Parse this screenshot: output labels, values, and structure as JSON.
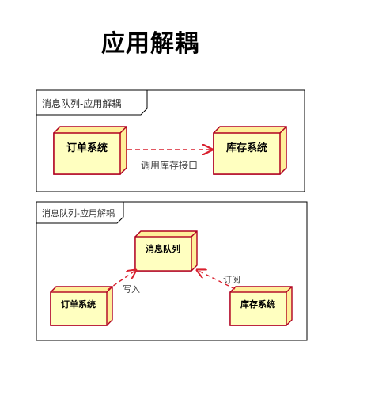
{
  "title": "应用解耦",
  "colors": {
    "node_fill": "#ffffc0",
    "node_side": "#ffef9a",
    "node_border": "#b00020",
    "arrow": "#d9202e",
    "frame": "#000000"
  },
  "diagram1": {
    "frame_label": "消息队列-应用解耦",
    "nodes": {
      "order": "订单系统",
      "inventory": "库存系统"
    },
    "edge_label": "调用库存接口"
  },
  "diagram2": {
    "frame_label": "消息队列-应用解耦",
    "nodes": {
      "queue": "消息队列",
      "order": "订单系统",
      "inventory": "库存系统"
    },
    "edge_write": "写入",
    "edge_subscribe": "订阅"
  }
}
